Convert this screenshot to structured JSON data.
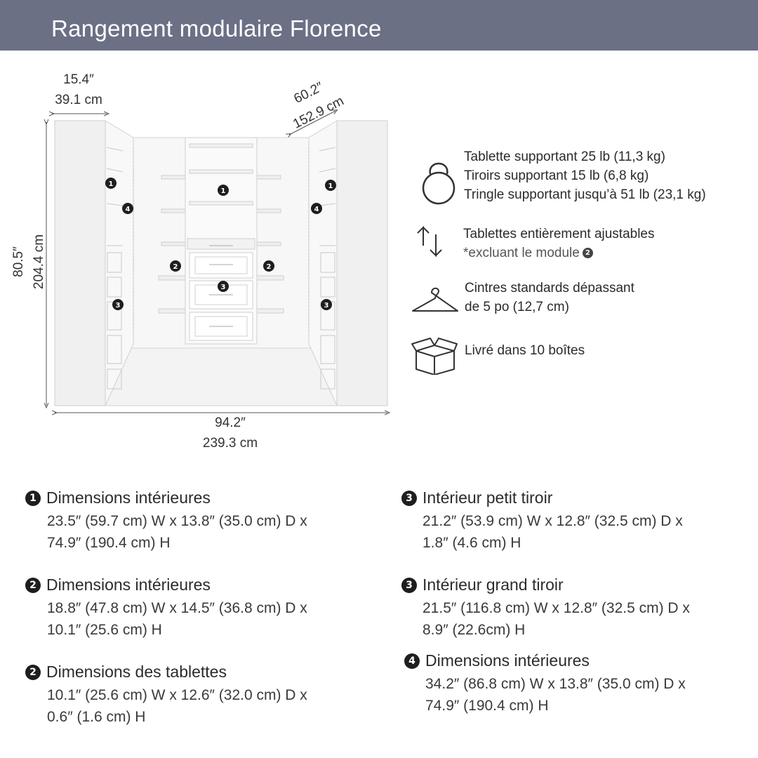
{
  "header": {
    "title": "Rangement modulaire Florence"
  },
  "dimensions": {
    "depth_in": "15.4″",
    "depth_cm": "39.1 cm",
    "corner_in": "60.2″",
    "corner_cm": "152.9 cm",
    "height_in": "80.5″",
    "height_cm": "204.4 cm",
    "width_in": "94.2″",
    "width_cm": "239.3 cm"
  },
  "diagram_markers": [
    "1",
    "1",
    "1",
    "2",
    "2",
    "3",
    "3",
    "3",
    "4",
    "4"
  ],
  "features": [
    {
      "icon": "kettlebell-icon",
      "lines": [
        "Tablette supportant 25 lb (11,3 kg)",
        "Tiroirs supportant 15 lb (6,8 kg)",
        "Tringle supportant jusqu’à 51 lb (23,1 kg)"
      ]
    },
    {
      "icon": "adjust-arrows-icon",
      "line1": "Tablettes entièrement ajustables",
      "line2": "*excluant le module",
      "badge": "2"
    },
    {
      "icon": "hanger-icon",
      "lines": [
        "Cintres standards dépassant",
        "de 5 po (12,7 cm)"
      ]
    },
    {
      "icon": "box-icon",
      "lines": [
        "Livré dans 10 boîtes"
      ]
    }
  ],
  "specs": [
    {
      "badge": "1",
      "title": "Dimensions intérieures",
      "line1": "23.5″ (59.7 cm) W x 13.8″ (35.0 cm) D x",
      "line2": "74.9″ (190.4 cm) H"
    },
    {
      "badge": "2",
      "title": "Dimensions intérieures",
      "line1": "18.8″ (47.8 cm) W x 14.5″ (36.8 cm) D x",
      "line2": "10.1″ (25.6 cm) H"
    },
    {
      "badge": "2",
      "title": "Dimensions des tablettes",
      "line1": "10.1″ (25.6 cm) W x 12.6″ (32.0 cm) D x",
      "line2": "0.6″ (1.6 cm) H"
    },
    {
      "badge": "3",
      "title": "Intérieur petit tiroir",
      "line1": "21.2″ (53.9 cm) W x 12.8″ (32.5 cm) D x",
      "line2": "1.8″ (4.6 cm) H"
    },
    {
      "badge": "3",
      "title": "Intérieur grand tiroir",
      "line1": "21.5″ (116.8 cm) W x 12.8″ (32.5 cm) D x",
      "line2": "8.9″ (22.6cm) H"
    },
    {
      "badge": "4",
      "title": "Dimensions intérieures",
      "line1": "34.2″ (86.8 cm) W x 13.8″ (35.0 cm) D x",
      "line2": "74.9″ (190.4 cm) H"
    }
  ]
}
